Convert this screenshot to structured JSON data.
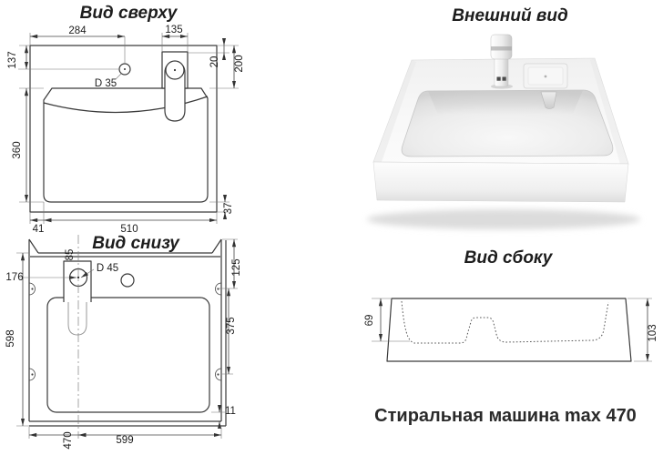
{
  "colors": {
    "background": "#ffffff",
    "drawing_line": "#3a3a3a",
    "dimension_line": "#444444",
    "light_line": "#9a9a9a",
    "text": "#1d1d1d"
  },
  "views": {
    "top_view": {
      "title": "Вид сверху",
      "dimensions": {
        "width_284": "284",
        "width_135": "135",
        "height_137": "137",
        "height_20": "20",
        "height_200": "200",
        "hole_d35": "D 35",
        "height_360": "360",
        "margin_37": "37",
        "margin_41": "41",
        "width_510": "510"
      }
    },
    "external_view": {
      "title": "Внешний вид"
    },
    "bottom_view": {
      "title": "Вид снизу",
      "dimensions": {
        "offset_85": "85",
        "hole_d45": "D 45",
        "offset_176": "176",
        "height_125": "125",
        "height_598": "598",
        "height_375": "375",
        "margin_11": "11",
        "width_470": "470",
        "width_599": "599"
      }
    },
    "side_view": {
      "title": "Вид сбоку",
      "dimensions": {
        "height_69": "69",
        "height_103": "103"
      }
    }
  },
  "caption": "Стиральная машина max 470"
}
